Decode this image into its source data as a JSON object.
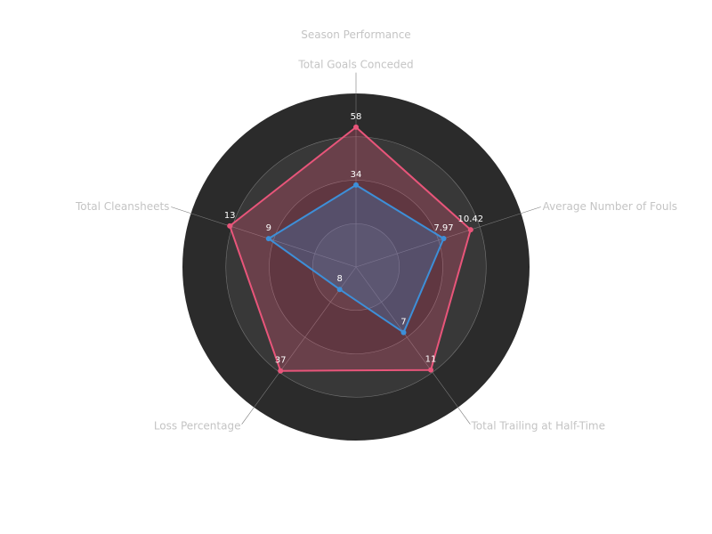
{
  "chart_data": {
    "type": "radar",
    "title": "Season Performance",
    "categories": [
      "Total Goals Conceded",
      "Average Number of Fouls",
      "Total Trailing at Half-Time",
      "Loss Percentage",
      "Total Cleansheets"
    ],
    "axis_max": [
      72,
      15,
      15,
      50,
      17
    ],
    "rings": 4,
    "legend": "none",
    "series": [
      {
        "values": [
          58,
          10.42,
          11,
          37,
          13
        ],
        "labels": [
          "58",
          "10.42",
          "11",
          "37",
          "13"
        ],
        "color": "#e8557a"
      },
      {
        "values": [
          34,
          7.97,
          7,
          8,
          9
        ],
        "labels": [
          "34",
          "7.97",
          "7",
          "8",
          "9"
        ],
        "color": "#3d8fd8"
      }
    ],
    "colors": {
      "background": "#2b2b2b",
      "band": "#383838",
      "grid": "#808080"
    }
  }
}
